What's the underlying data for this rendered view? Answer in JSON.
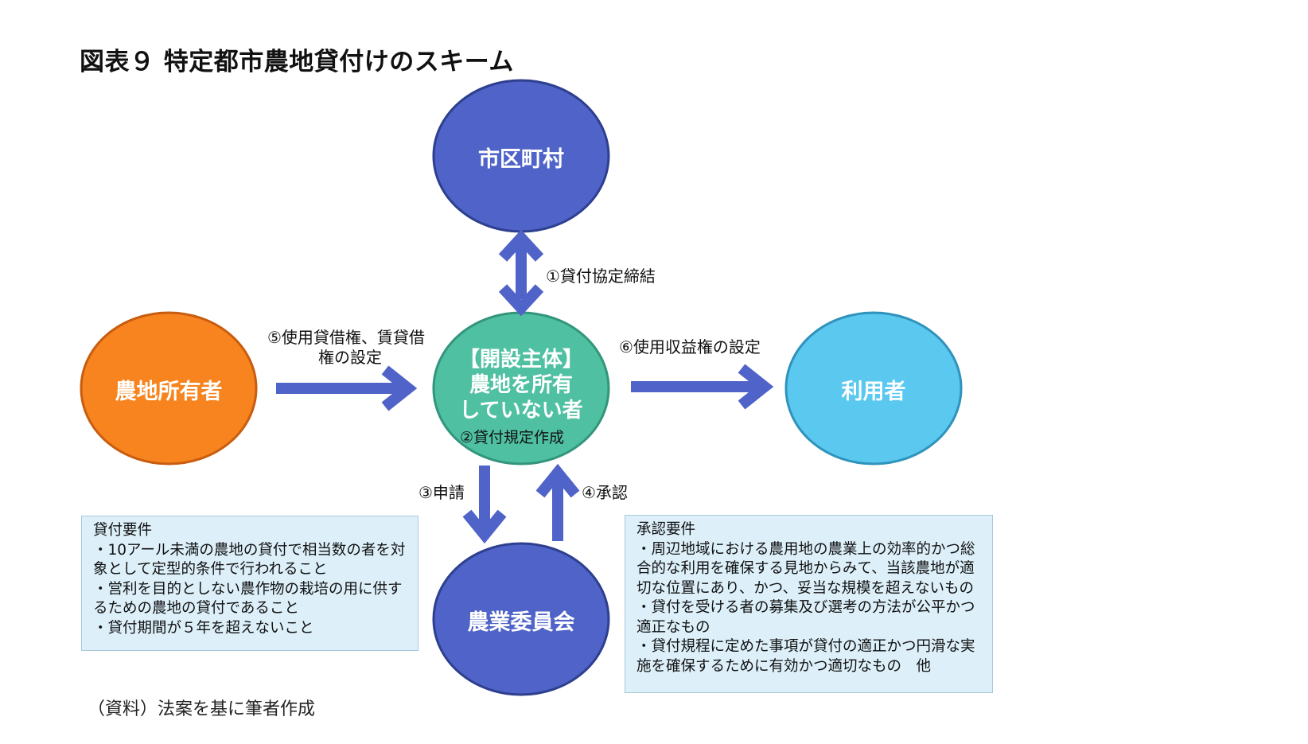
{
  "title": "図表９ 特定都市農地貸付けのスキーム",
  "nodes": {
    "municipality": "市区町村",
    "owner": "農地所有者",
    "operator_line1": "【開設主体】",
    "operator_line2": "農地を所有",
    "operator_line3": "していない者",
    "operator_sub": "②貸付規定作成",
    "user": "利用者",
    "committee": "農業委員会"
  },
  "edges": {
    "agreement": "①貸付協定締結",
    "lease_line1": "⑤使用貸借権、賃貸借",
    "lease_line2": "権の設定",
    "usage_right": "⑥使用収益権の設定",
    "application": "③申請",
    "approval": "④承認"
  },
  "loan_requirements": {
    "heading": "貸付要件",
    "lines": [
      "・10アール未満の農地の貸付で相当数の者を対",
      "象として定型的条件で行われること",
      "・営利を目的としない農作物の栽培の用に供す",
      "るための農地の貸付であること",
      "・貸付期間が５年を超えないこと"
    ]
  },
  "approval_requirements": {
    "heading": "承認要件",
    "lines": [
      "・周辺地域における農用地の農業上の効率的かつ総",
      "合的な利用を確保する見地からみて、当該農地が適",
      "切な位置にあり、かつ、妥当な規模を超えないもの",
      "・貸付を受ける者の募集及び選考の方法が公平かつ",
      "適正なもの",
      "・貸付規程に定めた事項が貸付の適正かつ円滑な実",
      "施を確保するために有効かつ適切なもの　他"
    ]
  },
  "source_note": "（資料）法案を基に筆者作成",
  "colors": {
    "navy": "#4f63c8",
    "navy_border": "#2d3f8e",
    "orange": "#f7841e",
    "orange_border": "#c85d0f",
    "teal": "#4fc0a2",
    "teal_border": "#33957c",
    "sky": "#5ac8ef",
    "sky_border": "#2f93bc",
    "arrow": "#4f63c8",
    "box_fill": "#ddf0fa"
  }
}
